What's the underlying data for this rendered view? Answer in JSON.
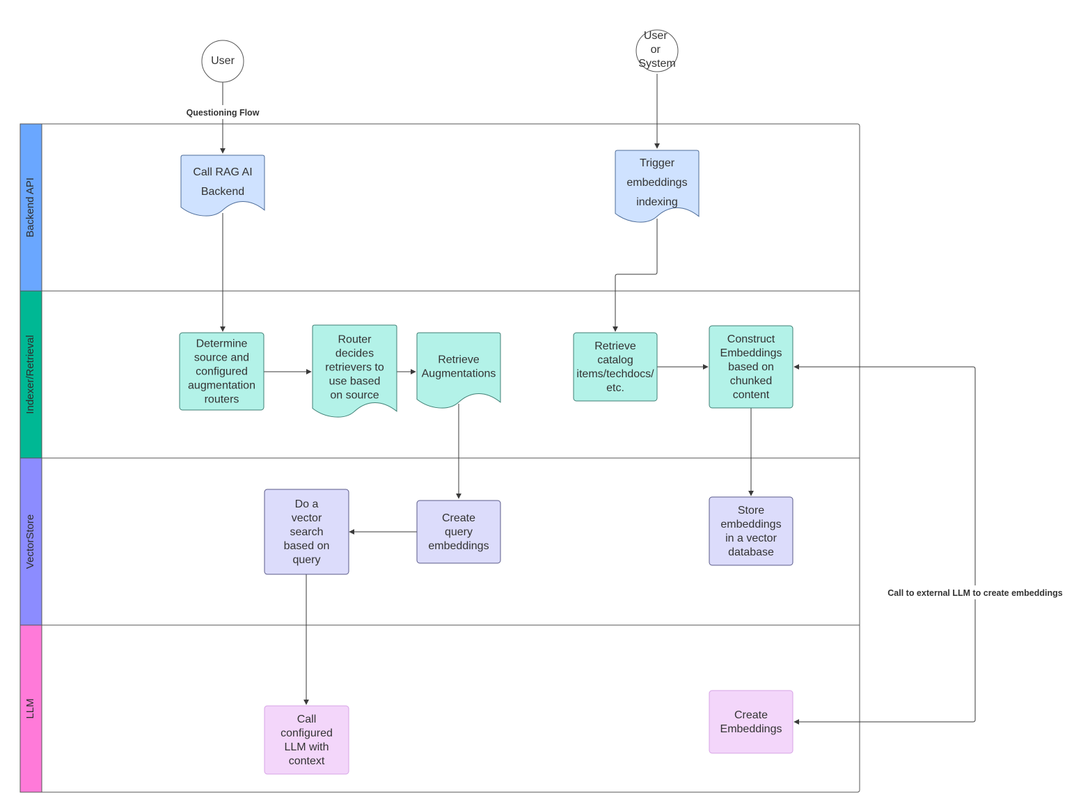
{
  "diagram": {
    "lanes": [
      {
        "id": "backend-api",
        "label": "Backend API",
        "color": "#6aa7ff"
      },
      {
        "id": "indexer-retrieval",
        "label": "Indexer/Retrieval",
        "color": "#00b894"
      },
      {
        "id": "vectorstore",
        "label": "VectorStore",
        "color": "#8c8cff"
      },
      {
        "id": "llm",
        "label": "LLM",
        "color": "#ff7ad9"
      }
    ],
    "actors": [
      {
        "id": "user",
        "lines": [
          "User"
        ]
      },
      {
        "id": "user-or-system",
        "lines": [
          "User",
          "or",
          "System"
        ]
      }
    ],
    "nodes": [
      {
        "id": "call-rag",
        "shape": "document",
        "fill": "#cfe2ff",
        "lines": [
          "Call RAG AI",
          "Backend"
        ]
      },
      {
        "id": "trigger-indexing",
        "shape": "document",
        "fill": "#cfe2ff",
        "lines": [
          "Trigger",
          "embeddings",
          "indexing"
        ]
      },
      {
        "id": "determine-source",
        "shape": "process",
        "fill": "#b3f2e8",
        "lines": [
          "Determine",
          "source and",
          "configured",
          "augmentation",
          "routers"
        ]
      },
      {
        "id": "router-decides",
        "shape": "document",
        "fill": "#b3f2e8",
        "lines": [
          "Router",
          "decides",
          "retrievers to",
          "use based",
          "on source"
        ]
      },
      {
        "id": "retrieve-augmentations",
        "shape": "document",
        "fill": "#b3f2e8",
        "lines": [
          "Retrieve",
          "Augmentations"
        ]
      },
      {
        "id": "retrieve-catalog",
        "shape": "process",
        "fill": "#b3f2e8",
        "lines": [
          "Retrieve",
          "catalog",
          "items/techdocs/",
          "etc."
        ]
      },
      {
        "id": "construct-embeddings",
        "shape": "process",
        "fill": "#b3f2e8",
        "lines": [
          "Construct",
          "Embeddings",
          "based on",
          "chunked",
          "content"
        ]
      },
      {
        "id": "vector-search",
        "shape": "process",
        "fill": "#dcdcfb",
        "lines": [
          "Do a",
          "vector",
          "search",
          "based on",
          "query"
        ]
      },
      {
        "id": "query-embeddings",
        "shape": "process",
        "fill": "#dcdcfb",
        "lines": [
          "Create",
          "query",
          "embeddings"
        ]
      },
      {
        "id": "store-embeddings",
        "shape": "process",
        "fill": "#dcdcfb",
        "lines": [
          "Store",
          "embeddings",
          "in a vector",
          "database"
        ]
      },
      {
        "id": "call-llm",
        "shape": "process",
        "fill": "#f3d6fa",
        "lines": [
          "Call",
          "configured",
          "LLM with",
          "context"
        ]
      },
      {
        "id": "create-embeddings",
        "shape": "process",
        "fill": "#f3d6fa",
        "lines": [
          "Create",
          "Embeddings"
        ]
      }
    ],
    "edge_labels": {
      "questioning_flow": "Questioning Flow",
      "external_llm": "Call to external LLM to create embeddings"
    }
  }
}
